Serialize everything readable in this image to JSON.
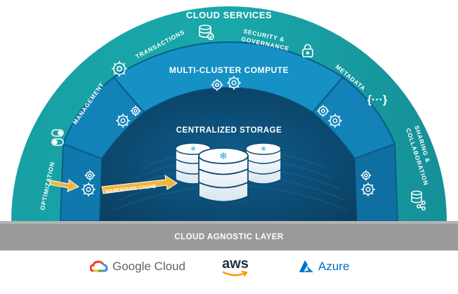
{
  "diagram": {
    "outer_ring_label": "CLOUD SERVICES",
    "middle_ring_label": "MULTI-CLUSTER COMPUTE",
    "core_label": "CENTRALIZED STORAGE",
    "base_label": "CLOUD AGNOSTIC LAYER",
    "services": [
      {
        "label": "OPTIMIZATION",
        "icon": "toggle-icon"
      },
      {
        "label": "MANAGEMENT",
        "icon": "gear-icon"
      },
      {
        "label": "TRANSACTIONS",
        "icon": "database-check-icon"
      },
      {
        "label": "SECURITY & GOVERNANCE",
        "icon": "lock-icon"
      },
      {
        "label": "METADATA",
        "icon": "braces-icon"
      },
      {
        "label": "SHARING & COLLABORATION",
        "icon": "database-share-icon"
      }
    ],
    "cache_label": "WAREHOUSE CACHE",
    "colors": {
      "outer_ring": "#1aa5a8",
      "middle_ring": "#1282b8",
      "core": "#0b4a70",
      "base": "#9a9a9a",
      "cache_arrow": "#f3b43a"
    }
  },
  "providers": [
    {
      "name": "Google Cloud",
      "icon": "google-cloud-icon"
    },
    {
      "name": "aws",
      "icon": "aws-smile-icon"
    },
    {
      "name": "Azure",
      "icon": "azure-icon"
    }
  ]
}
